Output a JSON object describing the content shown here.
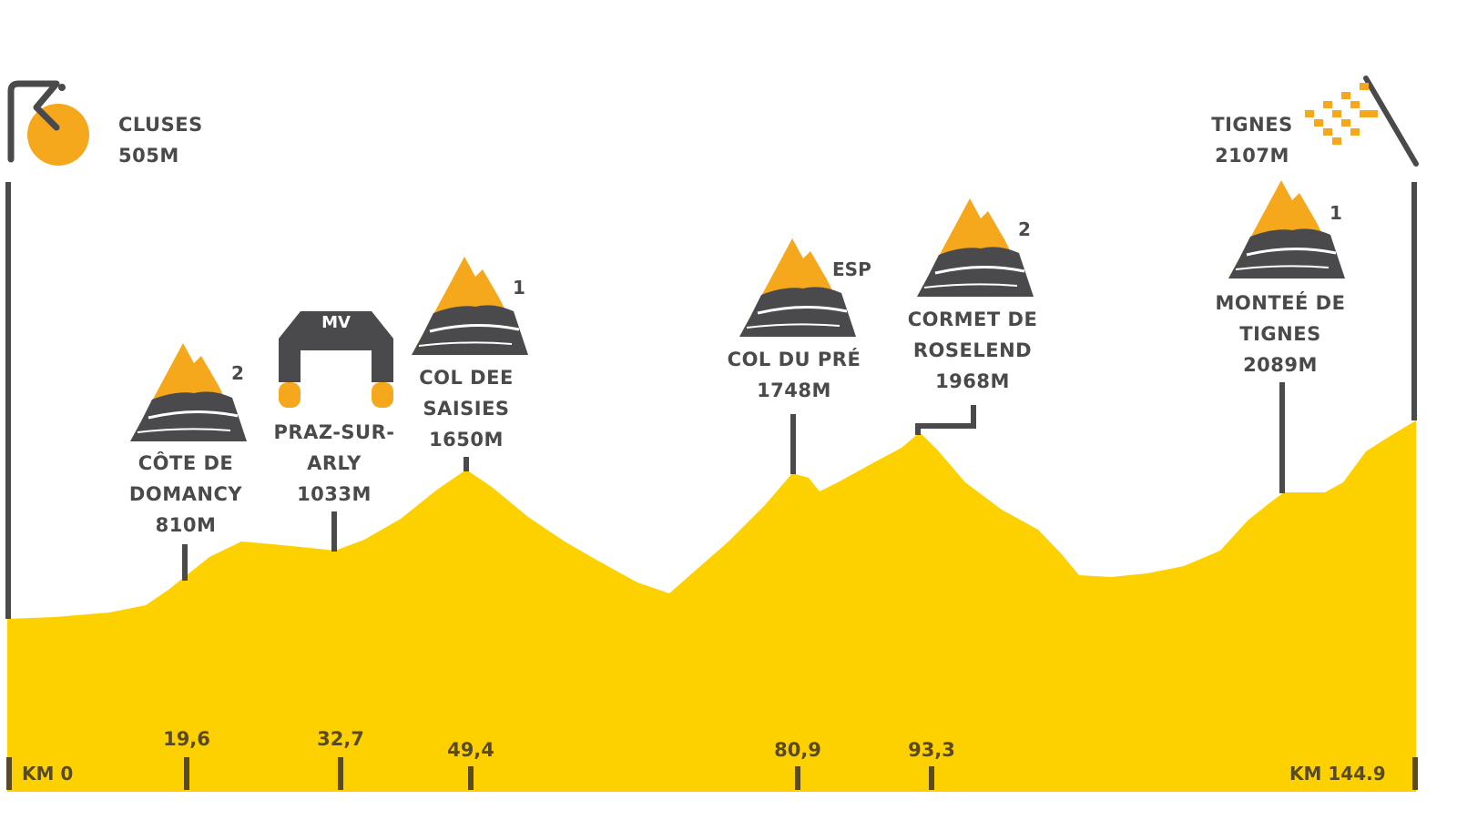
{
  "colors": {
    "profile_fill": "#FDD100",
    "icon_orange": "#F5A81C",
    "icon_dark": "#4A4A4C",
    "km_text": "#5A4A20",
    "background": "#FFFFFF"
  },
  "start": {
    "name": "CLUSES",
    "altitude": "505M",
    "icon": "start-cyclist-sun-icon"
  },
  "finish": {
    "name": "TIGNES",
    "altitude": "2107M",
    "icon": "checkered-flag-icon"
  },
  "climbs": [
    {
      "name_line1": "CÔTE DE",
      "name_line2": "DOMANCY",
      "altitude": "810M",
      "category": "2",
      "km": "19,6"
    },
    {
      "name_line1": "PRAZ-SUR-",
      "name_line2": "ARLY",
      "altitude": "1033M",
      "category": "MV",
      "km": "32,7"
    },
    {
      "name_line1": "COL DEE",
      "name_line2": "SAISIES",
      "altitude": "1650M",
      "category": "1",
      "km": "49,4"
    },
    {
      "name_line1": "COL DU PRÉ",
      "name_line2": "",
      "altitude": "1748M",
      "category": "ESP",
      "km": "80,9"
    },
    {
      "name_line1": "CORMET DE",
      "name_line2": "ROSELEND",
      "altitude": "1968M",
      "category": "2",
      "km": "93,3"
    },
    {
      "name_line1": "MONTEÉ DE",
      "name_line2": "TIGNES",
      "altitude": "2089M",
      "category": "1",
      "km": ""
    }
  ],
  "axis": {
    "start_label": "KM 0",
    "end_label": "KM 144.9"
  },
  "chart_data": {
    "type": "area",
    "title": "",
    "xlabel": "km",
    "ylabel": "altitude (m)",
    "xlim": [
      0,
      144.9
    ],
    "x": [
      0,
      10,
      17,
      19.6,
      24,
      32.7,
      40,
      49.4,
      58,
      68,
      73,
      80.9,
      83,
      88,
      93.3,
      100,
      108,
      114,
      125,
      133,
      139,
      144.9
    ],
    "values": [
      505,
      540,
      640,
      810,
      1000,
      1033,
      1250,
      1650,
      1200,
      650,
      560,
      1748,
      1600,
      1750,
      1968,
      1500,
      1150,
      700,
      850,
      1400,
      1700,
      2107
    ],
    "waypoints": [
      {
        "km": 0,
        "name": "CLUSES",
        "altitude_m": 505,
        "type": "start"
      },
      {
        "km": 19.6,
        "name": "CÔTE DE DOMANCY",
        "altitude_m": 810,
        "category": "2"
      },
      {
        "km": 32.7,
        "name": "PRAZ-SUR-ARLY",
        "altitude_m": 1033,
        "category": "MV"
      },
      {
        "km": 49.4,
        "name": "COL DEE SAISIES",
        "altitude_m": 1650,
        "category": "1"
      },
      {
        "km": 80.9,
        "name": "COL DU PRÉ",
        "altitude_m": 1748,
        "category": "ESP"
      },
      {
        "km": 93.3,
        "name": "CORMET DE ROSELEND",
        "altitude_m": 1968,
        "category": "2"
      },
      {
        "km": 133,
        "name": "MONTEÉ DE TIGNES",
        "altitude_m": 2089,
        "category": "1"
      },
      {
        "km": 144.9,
        "name": "TIGNES",
        "altitude_m": 2107,
        "type": "finish"
      }
    ],
    "x_tick_labels": [
      "KM 0",
      "19,6",
      "32,7",
      "49,4",
      "80,9",
      "93,3",
      "KM 144.9"
    ],
    "grid": false,
    "legend": null
  }
}
